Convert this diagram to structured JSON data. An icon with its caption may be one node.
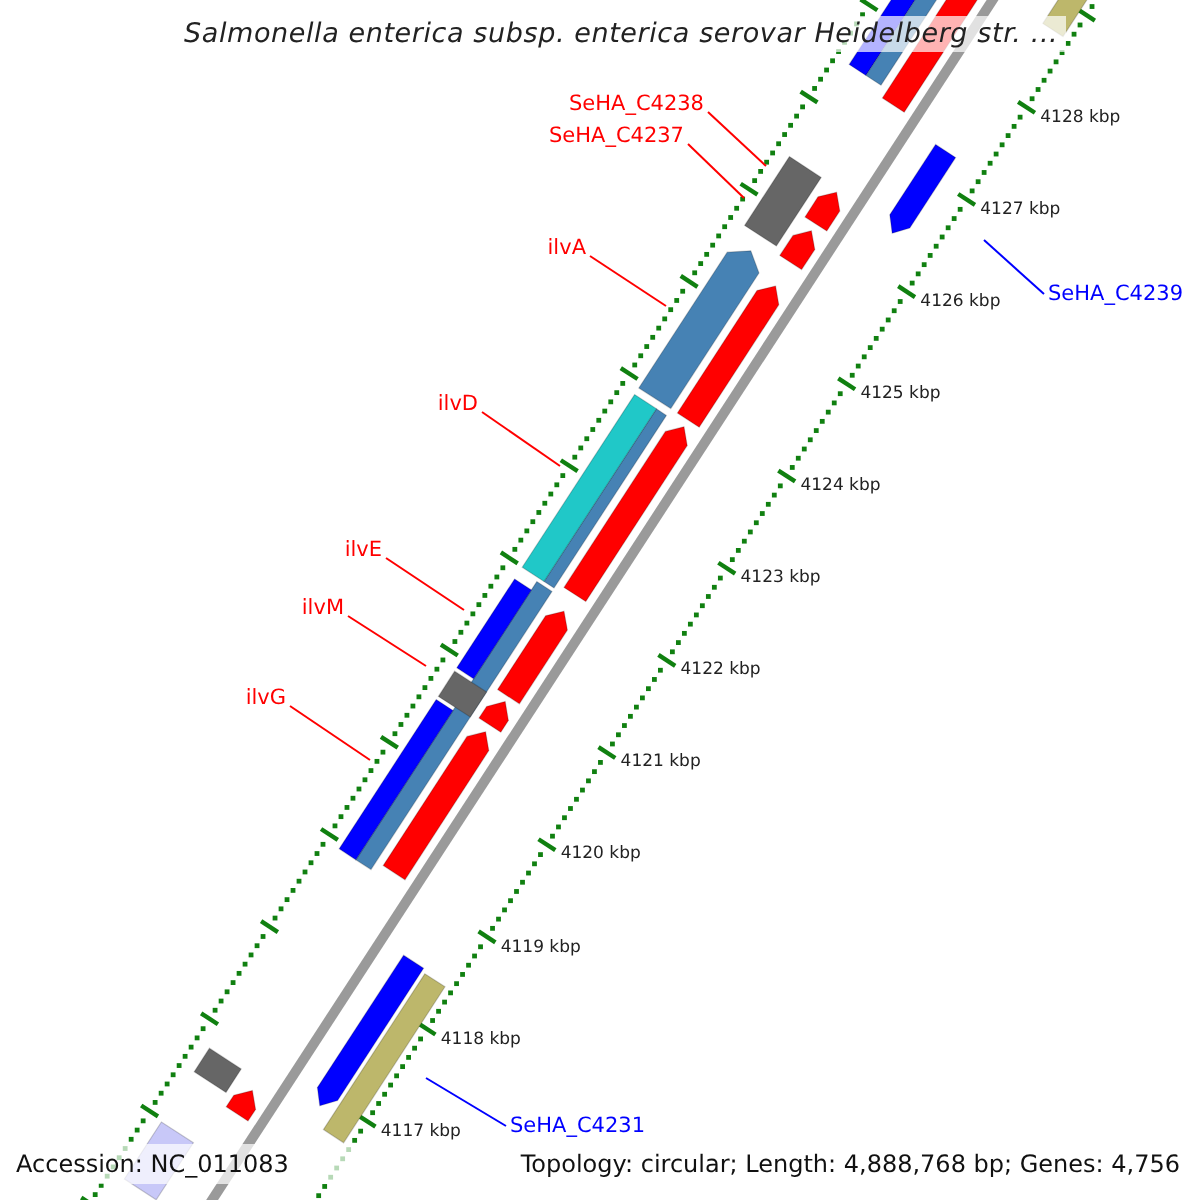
{
  "diagram": {
    "title": "Salmonella enterica subsp. enterica serovar Heidelberg str. ...",
    "nodes": [
      {
        "text": [
          "SeHA_C4238"
        ]
      },
      {
        "text": [
          "SeHA_C4237"
        ]
      },
      {
        "text": [
          "ilvA"
        ]
      },
      {
        "text": [
          "ilvD"
        ]
      },
      {
        "text": [
          "ilvE"
        ]
      },
      {
        "text": [
          "ilvM"
        ]
      },
      {
        "text": [
          "ilvG"
        ]
      },
      {
        "text": [
          "SeHA_C4239"
        ]
      },
      {
        "text": [
          "SeHA_C4231"
        ]
      }
    ],
    "edges": [
      {
        "from": 0,
        "to": null,
        "arrow": "none"
      },
      {
        "from": 1,
        "to": null,
        "arrow": "none"
      },
      {
        "from": 2,
        "to": null,
        "arrow": "none"
      },
      {
        "from": 3,
        "to": null,
        "arrow": "none"
      },
      {
        "from": 4,
        "to": null,
        "arrow": "none"
      },
      {
        "from": 5,
        "to": null,
        "arrow": "none"
      },
      {
        "from": 6,
        "to": null,
        "arrow": "none"
      },
      {
        "from": 7,
        "to": null,
        "arrow": "none",
        "color": "#0000ff"
      },
      {
        "from": 8,
        "to": null,
        "arrow": "none",
        "color": "#0000ff"
      }
    ],
    "labels": [
      "4128 kbp",
      "4127 kbp",
      "4126 kbp",
      "4125 kbp",
      "4124 kbp",
      "4123 kbp",
      "4122 kbp",
      "4121 kbp",
      "4120 kbp",
      "4119 kbp",
      "4118 kbp",
      "4117 kbp",
      "Accession: NC_011083",
      "Topology: circular; Length: 4,888,768 bp; Genes: 4,756"
    ]
  }
}
